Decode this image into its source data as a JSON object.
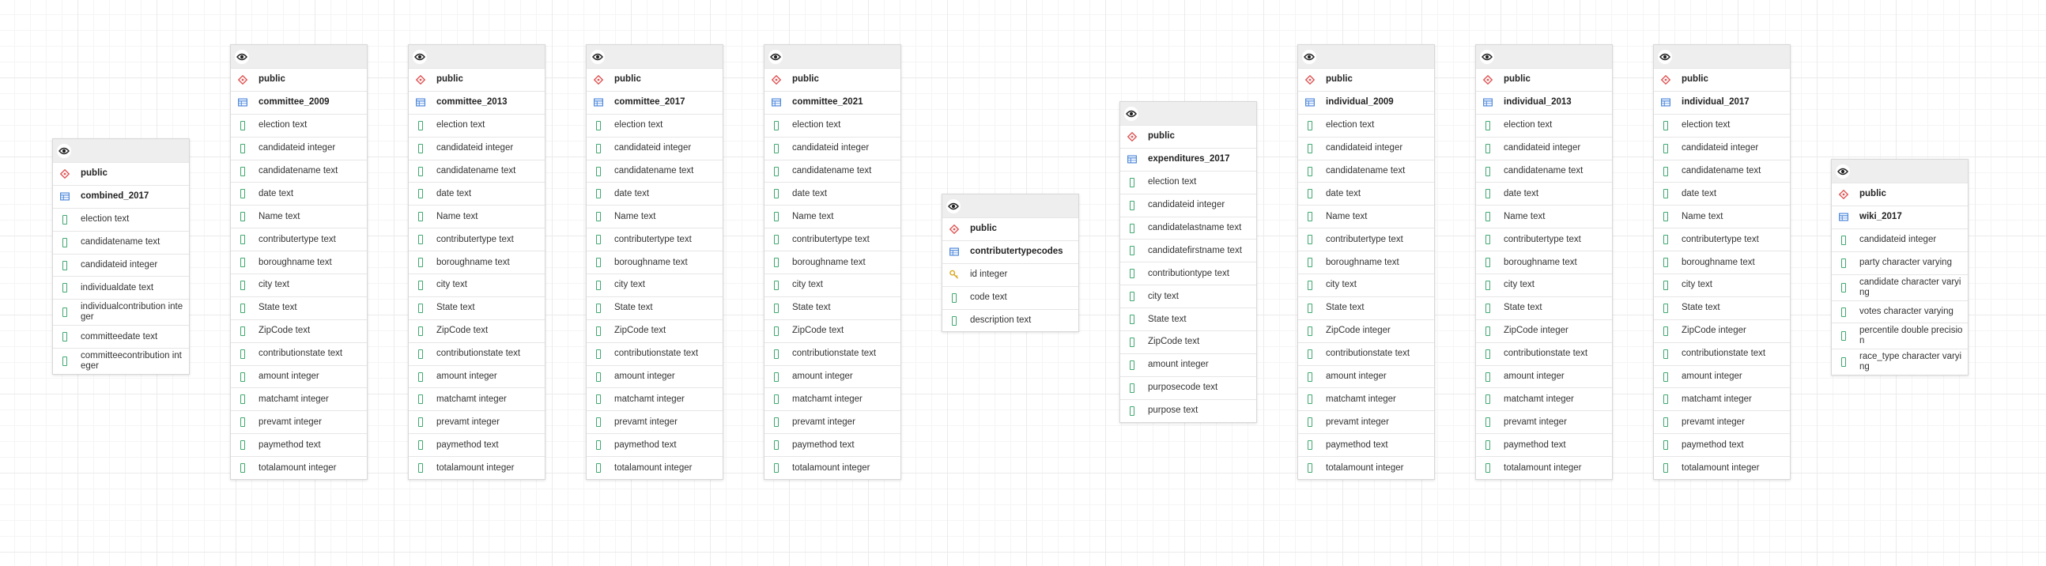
{
  "colors": {
    "schema_icon": "#e05555",
    "table_icon": "#3f7fd9",
    "column_icon": "#3ea86e",
    "key_icon": "#d9a81e"
  },
  "tables": [
    {
      "schema": "public",
      "name": "combined_2017",
      "columns": [
        {
          "label": "election text",
          "icon": "column-icon"
        },
        {
          "label": "candidatename text",
          "icon": "column-icon"
        },
        {
          "label": "candidateid integer",
          "icon": "column-icon"
        },
        {
          "label": "individualdate text",
          "icon": "column-icon"
        },
        {
          "label": "individualcontribution integer",
          "icon": "column-icon"
        },
        {
          "label": "committeedate text",
          "icon": "column-icon"
        },
        {
          "label": "committeecontribution integer",
          "icon": "column-icon"
        }
      ]
    },
    {
      "schema": "public",
      "name": "committee_2009",
      "columns": [
        {
          "label": "election text",
          "icon": "column-icon"
        },
        {
          "label": "candidateid integer",
          "icon": "column-icon"
        },
        {
          "label": "candidatename text",
          "icon": "column-icon"
        },
        {
          "label": "date text",
          "icon": "column-icon"
        },
        {
          "label": "Name text",
          "icon": "column-icon"
        },
        {
          "label": "contributertype text",
          "icon": "column-icon"
        },
        {
          "label": "boroughname text",
          "icon": "column-icon"
        },
        {
          "label": "city text",
          "icon": "column-icon"
        },
        {
          "label": "State text",
          "icon": "column-icon"
        },
        {
          "label": "ZipCode text",
          "icon": "column-icon"
        },
        {
          "label": "contributionstate text",
          "icon": "column-icon"
        },
        {
          "label": "amount integer",
          "icon": "column-icon"
        },
        {
          "label": "matchamt integer",
          "icon": "column-icon"
        },
        {
          "label": "prevamt integer",
          "icon": "column-icon"
        },
        {
          "label": "paymethod text",
          "icon": "column-icon"
        },
        {
          "label": "totalamount integer",
          "icon": "column-icon"
        }
      ]
    },
    {
      "schema": "public",
      "name": "committee_2013",
      "columns": [
        {
          "label": "election text",
          "icon": "column-icon"
        },
        {
          "label": "candidateid integer",
          "icon": "column-icon"
        },
        {
          "label": "candidatename text",
          "icon": "column-icon"
        },
        {
          "label": "date text",
          "icon": "column-icon"
        },
        {
          "label": "Name text",
          "icon": "column-icon"
        },
        {
          "label": "contributertype text",
          "icon": "column-icon"
        },
        {
          "label": "boroughname text",
          "icon": "column-icon"
        },
        {
          "label": "city text",
          "icon": "column-icon"
        },
        {
          "label": "State text",
          "icon": "column-icon"
        },
        {
          "label": "ZipCode text",
          "icon": "column-icon"
        },
        {
          "label": "contributionstate text",
          "icon": "column-icon"
        },
        {
          "label": "amount integer",
          "icon": "column-icon"
        },
        {
          "label": "matchamt integer",
          "icon": "column-icon"
        },
        {
          "label": "prevamt integer",
          "icon": "column-icon"
        },
        {
          "label": "paymethod text",
          "icon": "column-icon"
        },
        {
          "label": "totalamount integer",
          "icon": "column-icon"
        }
      ]
    },
    {
      "schema": "public",
      "name": "committee_2017",
      "columns": [
        {
          "label": "election text",
          "icon": "column-icon"
        },
        {
          "label": "candidateid integer",
          "icon": "column-icon"
        },
        {
          "label": "candidatename text",
          "icon": "column-icon"
        },
        {
          "label": "date text",
          "icon": "column-icon"
        },
        {
          "label": "Name text",
          "icon": "column-icon"
        },
        {
          "label": "contributertype text",
          "icon": "column-icon"
        },
        {
          "label": "boroughname text",
          "icon": "column-icon"
        },
        {
          "label": "city text",
          "icon": "column-icon"
        },
        {
          "label": "State text",
          "icon": "column-icon"
        },
        {
          "label": "ZipCode text",
          "icon": "column-icon"
        },
        {
          "label": "contributionstate text",
          "icon": "column-icon"
        },
        {
          "label": "amount integer",
          "icon": "column-icon"
        },
        {
          "label": "matchamt integer",
          "icon": "column-icon"
        },
        {
          "label": "prevamt integer",
          "icon": "column-icon"
        },
        {
          "label": "paymethod text",
          "icon": "column-icon"
        },
        {
          "label": "totalamount integer",
          "icon": "column-icon"
        }
      ]
    },
    {
      "schema": "public",
      "name": "committee_2021",
      "columns": [
        {
          "label": "election text",
          "icon": "column-icon"
        },
        {
          "label": "candidateid integer",
          "icon": "column-icon"
        },
        {
          "label": "candidatename text",
          "icon": "column-icon"
        },
        {
          "label": "date text",
          "icon": "column-icon"
        },
        {
          "label": "Name text",
          "icon": "column-icon"
        },
        {
          "label": "contributertype text",
          "icon": "column-icon"
        },
        {
          "label": "boroughname text",
          "icon": "column-icon"
        },
        {
          "label": "city text",
          "icon": "column-icon"
        },
        {
          "label": "State text",
          "icon": "column-icon"
        },
        {
          "label": "ZipCode text",
          "icon": "column-icon"
        },
        {
          "label": "contributionstate text",
          "icon": "column-icon"
        },
        {
          "label": "amount integer",
          "icon": "column-icon"
        },
        {
          "label": "matchamt integer",
          "icon": "column-icon"
        },
        {
          "label": "prevamt integer",
          "icon": "column-icon"
        },
        {
          "label": "paymethod text",
          "icon": "column-icon"
        },
        {
          "label": "totalamount integer",
          "icon": "column-icon"
        }
      ]
    },
    {
      "schema": "public",
      "name": "contributertypecodes",
      "columns": [
        {
          "label": "id integer",
          "icon": "key-icon"
        },
        {
          "label": "code text",
          "icon": "column-icon"
        },
        {
          "label": "description text",
          "icon": "column-icon"
        }
      ]
    },
    {
      "schema": "public",
      "name": "expenditures_2017",
      "columns": [
        {
          "label": "election text",
          "icon": "column-icon"
        },
        {
          "label": "candidateid integer",
          "icon": "column-icon"
        },
        {
          "label": "candidatelastname text",
          "icon": "column-icon"
        },
        {
          "label": "candidatefirstname text",
          "icon": "column-icon"
        },
        {
          "label": "contributiontype text",
          "icon": "column-icon"
        },
        {
          "label": "city text",
          "icon": "column-icon"
        },
        {
          "label": "State text",
          "icon": "column-icon"
        },
        {
          "label": "ZipCode text",
          "icon": "column-icon"
        },
        {
          "label": "amount integer",
          "icon": "column-icon"
        },
        {
          "label": "purposecode text",
          "icon": "column-icon"
        },
        {
          "label": "purpose text",
          "icon": "column-icon"
        }
      ]
    },
    {
      "schema": "public",
      "name": "individual_2009",
      "columns": [
        {
          "label": "election text",
          "icon": "column-icon"
        },
        {
          "label": "candidateid integer",
          "icon": "column-icon"
        },
        {
          "label": "candidatename text",
          "icon": "column-icon"
        },
        {
          "label": "date text",
          "icon": "column-icon"
        },
        {
          "label": "Name text",
          "icon": "column-icon"
        },
        {
          "label": "contributertype text",
          "icon": "column-icon"
        },
        {
          "label": "boroughname text",
          "icon": "column-icon"
        },
        {
          "label": "city text",
          "icon": "column-icon"
        },
        {
          "label": "State text",
          "icon": "column-icon"
        },
        {
          "label": "ZipCode integer",
          "icon": "column-icon"
        },
        {
          "label": "contributionstate text",
          "icon": "column-icon"
        },
        {
          "label": "amount integer",
          "icon": "column-icon"
        },
        {
          "label": "matchamt integer",
          "icon": "column-icon"
        },
        {
          "label": "prevamt integer",
          "icon": "column-icon"
        },
        {
          "label": "paymethod text",
          "icon": "column-icon"
        },
        {
          "label": "totalamount integer",
          "icon": "column-icon"
        }
      ]
    },
    {
      "schema": "public",
      "name": "individual_2013",
      "columns": [
        {
          "label": "election text",
          "icon": "column-icon"
        },
        {
          "label": "candidateid integer",
          "icon": "column-icon"
        },
        {
          "label": "candidatename text",
          "icon": "column-icon"
        },
        {
          "label": "date text",
          "icon": "column-icon"
        },
        {
          "label": "Name text",
          "icon": "column-icon"
        },
        {
          "label": "contributertype text",
          "icon": "column-icon"
        },
        {
          "label": "boroughname text",
          "icon": "column-icon"
        },
        {
          "label": "city text",
          "icon": "column-icon"
        },
        {
          "label": "State text",
          "icon": "column-icon"
        },
        {
          "label": "ZipCode integer",
          "icon": "column-icon"
        },
        {
          "label": "contributionstate text",
          "icon": "column-icon"
        },
        {
          "label": "amount integer",
          "icon": "column-icon"
        },
        {
          "label": "matchamt integer",
          "icon": "column-icon"
        },
        {
          "label": "prevamt integer",
          "icon": "column-icon"
        },
        {
          "label": "paymethod text",
          "icon": "column-icon"
        },
        {
          "label": "totalamount integer",
          "icon": "column-icon"
        }
      ]
    },
    {
      "schema": "public",
      "name": "individual_2017",
      "columns": [
        {
          "label": "election text",
          "icon": "column-icon"
        },
        {
          "label": "candidateid integer",
          "icon": "column-icon"
        },
        {
          "label": "candidatename text",
          "icon": "column-icon"
        },
        {
          "label": "date text",
          "icon": "column-icon"
        },
        {
          "label": "Name text",
          "icon": "column-icon"
        },
        {
          "label": "contributertype text",
          "icon": "column-icon"
        },
        {
          "label": "boroughname text",
          "icon": "column-icon"
        },
        {
          "label": "city text",
          "icon": "column-icon"
        },
        {
          "label": "State text",
          "icon": "column-icon"
        },
        {
          "label": "ZipCode integer",
          "icon": "column-icon"
        },
        {
          "label": "contributionstate text",
          "icon": "column-icon"
        },
        {
          "label": "amount integer",
          "icon": "column-icon"
        },
        {
          "label": "matchamt integer",
          "icon": "column-icon"
        },
        {
          "label": "prevamt integer",
          "icon": "column-icon"
        },
        {
          "label": "paymethod text",
          "icon": "column-icon"
        },
        {
          "label": "totalamount integer",
          "icon": "column-icon"
        }
      ]
    },
    {
      "schema": "public",
      "name": "wiki_2017",
      "columns": [
        {
          "label": "candidateid integer",
          "icon": "column-icon"
        },
        {
          "label": "party character varying",
          "icon": "column-icon"
        },
        {
          "label": "candidate character varying",
          "icon": "column-icon"
        },
        {
          "label": "votes character varying",
          "icon": "column-icon"
        },
        {
          "label": "percentile double precision",
          "icon": "column-icon"
        },
        {
          "label": "race_type character varying",
          "icon": "column-icon"
        }
      ]
    }
  ]
}
